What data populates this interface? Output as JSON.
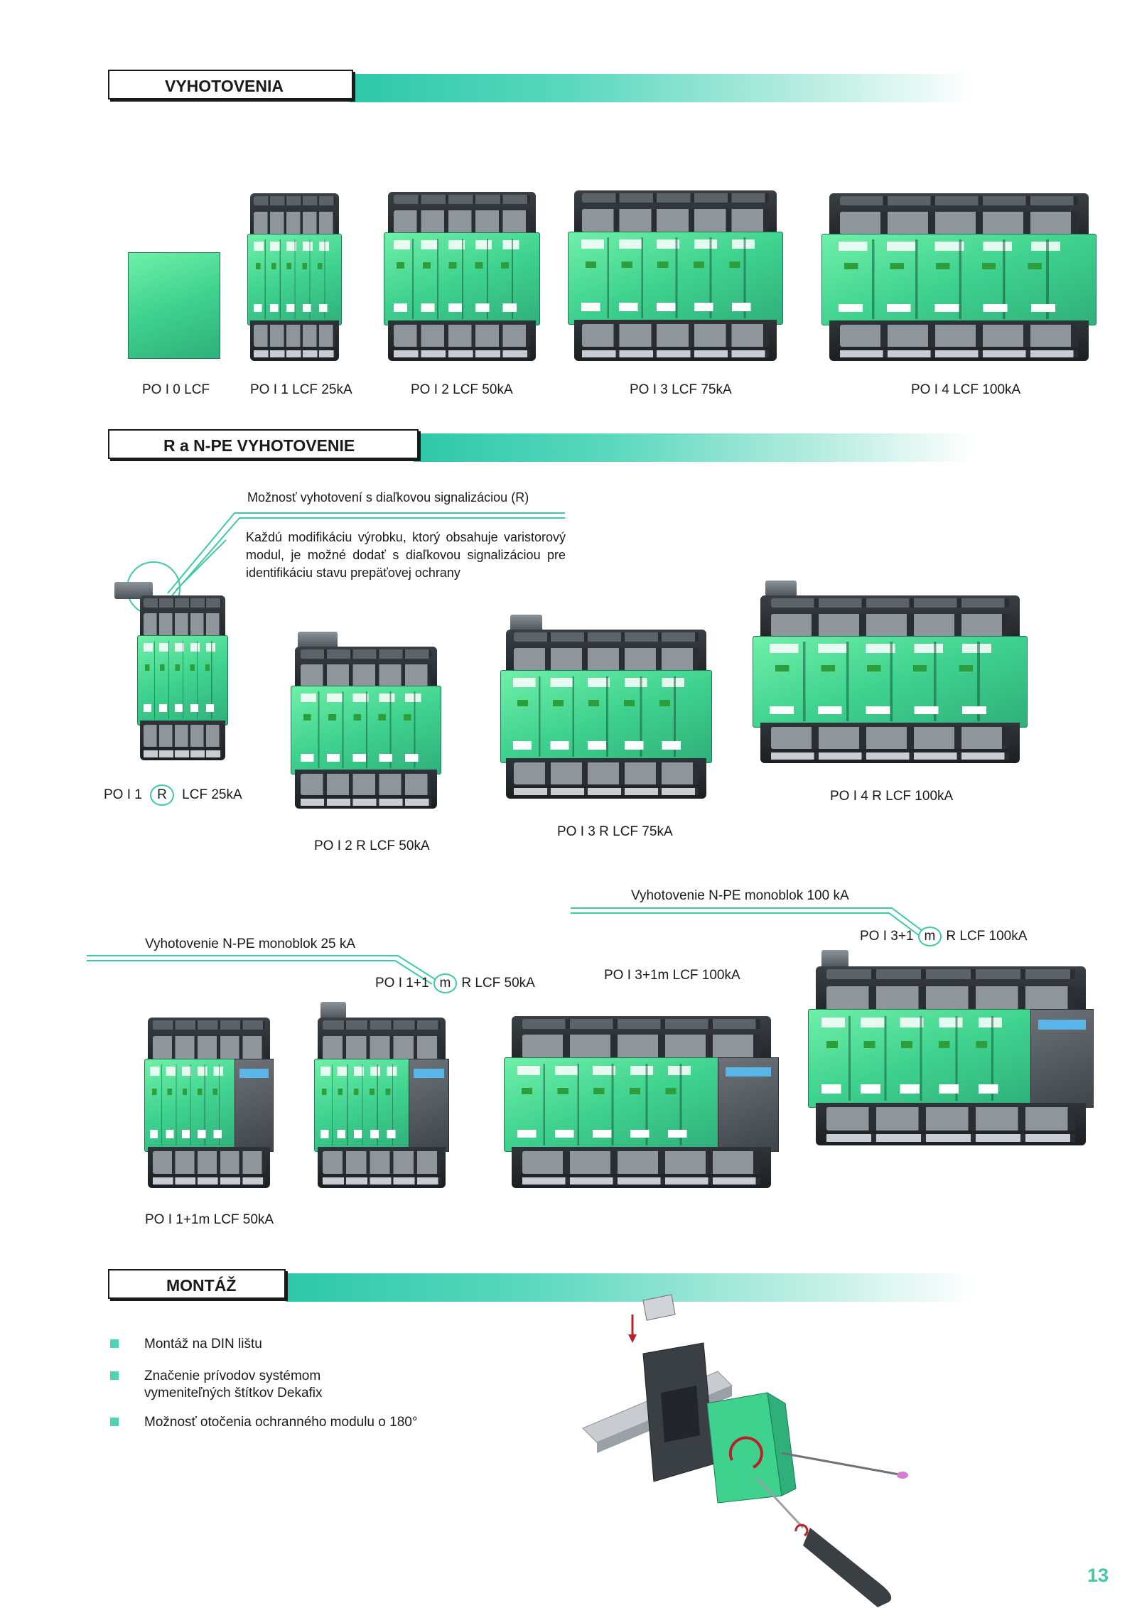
{
  "sections": {
    "vyhotovenia": "VYHOTOVENIA",
    "r_npe": "R a N-PE VYHOTOVENIE",
    "montaz": "MONTÁŽ"
  },
  "row1": [
    "PO I 0 LCF",
    "PO I 1 LCF 25kA",
    "PO I 2 LCF 50kA",
    "PO I 3 LCF 75kA",
    "PO I 4 LCF 100kA"
  ],
  "r_section": {
    "callout_title": "Možnosť vyhotovení s diaľkovou signalizáciou (R)",
    "callout_body": "Každú modifikáciu výrobku, ktorý obsahuje varistorový modul, je možné dodať s diaľkovou signalizáciou pre identifikáciu stavu prepäťovej ochrany",
    "cap1_pre": "PO I 1",
    "cap1_mark": "R",
    "cap1_post": "LCF 25kA",
    "cap2": "PO I 2 R LCF 50kA",
    "cap3": "PO I 3 R LCF 75kA",
    "cap4": "PO I 4 R LCF 100kA"
  },
  "npe": {
    "label_25": "Vyhotovenie N-PE monoblok 25 kA",
    "label_100": "Vyhotovenie N-PE monoblok 100 kA",
    "cap_a": "PO I 1+1m LCF 50kA",
    "cap_b_pre": "PO I 1+1",
    "cap_b_mark": "m",
    "cap_b_post": "R LCF 50kA",
    "cap_c": "PO I 3+1m LCF 100kA",
    "cap_d_pre": "PO I 3+1",
    "cap_d_mark": "m",
    "cap_d_post": "R LCF 100kA"
  },
  "montaz_bullets": [
    "Montáž na DIN lištu",
    "Značenie prívodov systémom",
    "vymeniteľných štítkov Dekafix",
    "Možnosť otočenia ochranného modulu o 180°"
  ],
  "page_number": "13",
  "colors": {
    "accent": "#3ec9a7",
    "module_green": "#3fd28f",
    "housing": "#2a2e32"
  }
}
